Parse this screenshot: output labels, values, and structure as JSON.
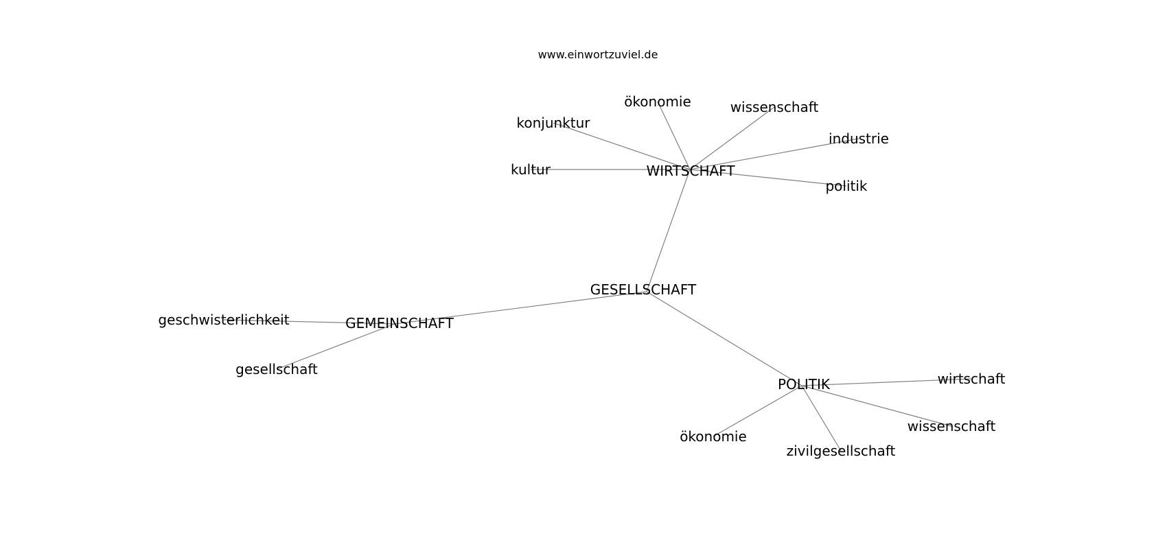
{
  "source": "www.einwortzuviel.de",
  "colors": {
    "edge": "#808080",
    "text": "#000000",
    "background": "#ffffff"
  },
  "nodes": [
    {
      "id": "gesellschaft_hub",
      "label": "GESELLSCHAFT"
    },
    {
      "id": "wirtschaft_hub",
      "label": "WIRTSCHAFT"
    },
    {
      "id": "gemeinschaft_hub",
      "label": "GEMEINSCHAFT"
    },
    {
      "id": "politik_hub",
      "label": "POLITIK"
    },
    {
      "id": "w_oekonomie",
      "label": "ökonomie"
    },
    {
      "id": "w_wissenschaft",
      "label": "wissenschaft"
    },
    {
      "id": "w_konjunktur",
      "label": "konjunktur"
    },
    {
      "id": "w_industrie",
      "label": "industrie"
    },
    {
      "id": "w_kultur",
      "label": "kultur"
    },
    {
      "id": "w_politik",
      "label": "politik"
    },
    {
      "id": "g_geschwisterlichkeit",
      "label": "geschwisterlichkeit"
    },
    {
      "id": "g_gesellschaft",
      "label": "gesellschaft"
    },
    {
      "id": "p_wirtschaft",
      "label": "wirtschaft"
    },
    {
      "id": "p_wissenschaft",
      "label": "wissenschaft"
    },
    {
      "id": "p_oekonomie",
      "label": "ökonomie"
    },
    {
      "id": "p_zivilgesellschaft",
      "label": "zivilgesellschaft"
    }
  ],
  "edges": [
    [
      "gesellschaft_hub",
      "wirtschaft_hub"
    ],
    [
      "gesellschaft_hub",
      "gemeinschaft_hub"
    ],
    [
      "gesellschaft_hub",
      "politik_hub"
    ],
    [
      "wirtschaft_hub",
      "w_oekonomie"
    ],
    [
      "wirtschaft_hub",
      "w_wissenschaft"
    ],
    [
      "wirtschaft_hub",
      "w_konjunktur"
    ],
    [
      "wirtschaft_hub",
      "w_industrie"
    ],
    [
      "wirtschaft_hub",
      "w_kultur"
    ],
    [
      "wirtschaft_hub",
      "w_politik"
    ],
    [
      "gemeinschaft_hub",
      "g_geschwisterlichkeit"
    ],
    [
      "gemeinschaft_hub",
      "g_gesellschaft"
    ],
    [
      "politik_hub",
      "p_wirtschaft"
    ],
    [
      "politik_hub",
      "p_wissenschaft"
    ],
    [
      "politik_hub",
      "p_oekonomie"
    ],
    [
      "politik_hub",
      "p_zivilgesellschaft"
    ]
  ]
}
